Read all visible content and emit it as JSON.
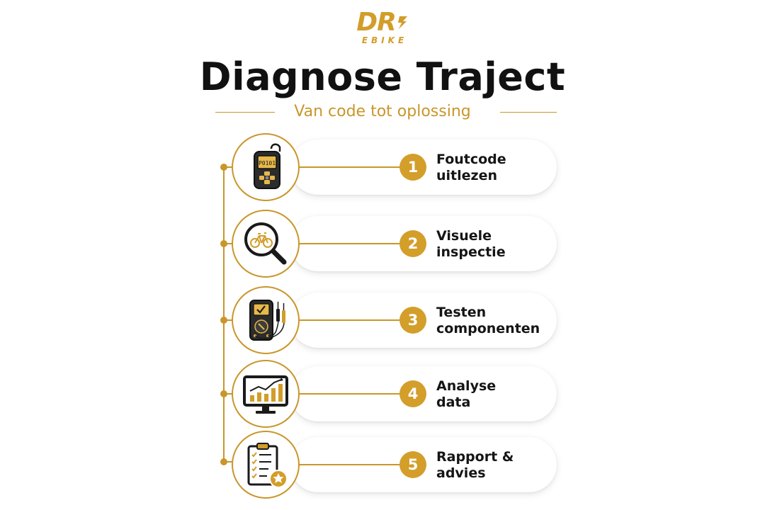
{
  "logo": {
    "main": "DR",
    "sub": "EBIKE"
  },
  "title": "Diagnose Traject",
  "subtitle": "Van code tot oplossing",
  "accent_color": "#c9962b",
  "steps": [
    {
      "number": "1",
      "line1": "Foutcode",
      "line2": "uitlezen",
      "icon": "obd-scanner-icon",
      "screen_code": "P0101"
    },
    {
      "number": "2",
      "line1": "Visuele",
      "line2": "inspectie",
      "icon": "magnifier-bicycle-icon"
    },
    {
      "number": "3",
      "line1": "Testen",
      "line2": "componenten",
      "icon": "multimeter-icon"
    },
    {
      "number": "4",
      "line1": "Analyse",
      "line2": "data",
      "icon": "monitor-chart-icon"
    },
    {
      "number": "5",
      "line1": "Rapport &",
      "line2": "advies",
      "icon": "clipboard-checklist-star-icon"
    }
  ]
}
